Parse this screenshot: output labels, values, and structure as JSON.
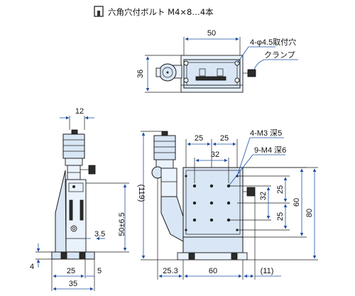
{
  "header": {
    "icon": "hex-socket-bolt-icon",
    "title": "六角穴付ボルト M4×8…4本"
  },
  "top_view": {
    "width_label": "50",
    "height_label": "36",
    "hole_label": "4-φ4.5取付穴",
    "clamp_label": "クランプ"
  },
  "side_view": {
    "micrometer_label": "12",
    "height_label": "50±6.5",
    "travel_label": "3.5",
    "base_height_label": "4",
    "width_a_label": "25",
    "width_b_label": "5",
    "total_width_label": "35"
  },
  "front_view": {
    "pitch_a_label": "25",
    "pitch_b_label": "25",
    "inner_pitch_label": "32",
    "thread_m3_label": "4-M3 深5",
    "thread_m4_label": "9-M4 深6",
    "overall_height_label": "(119)",
    "v_pitch_a_label": "25",
    "v_pitch_b_label": "25",
    "v_inner_label": "32",
    "table_label": "60",
    "overall_label": "80",
    "left_offset_label": "25.3",
    "base_width_label": "60",
    "right_offset_label": "(11)"
  }
}
